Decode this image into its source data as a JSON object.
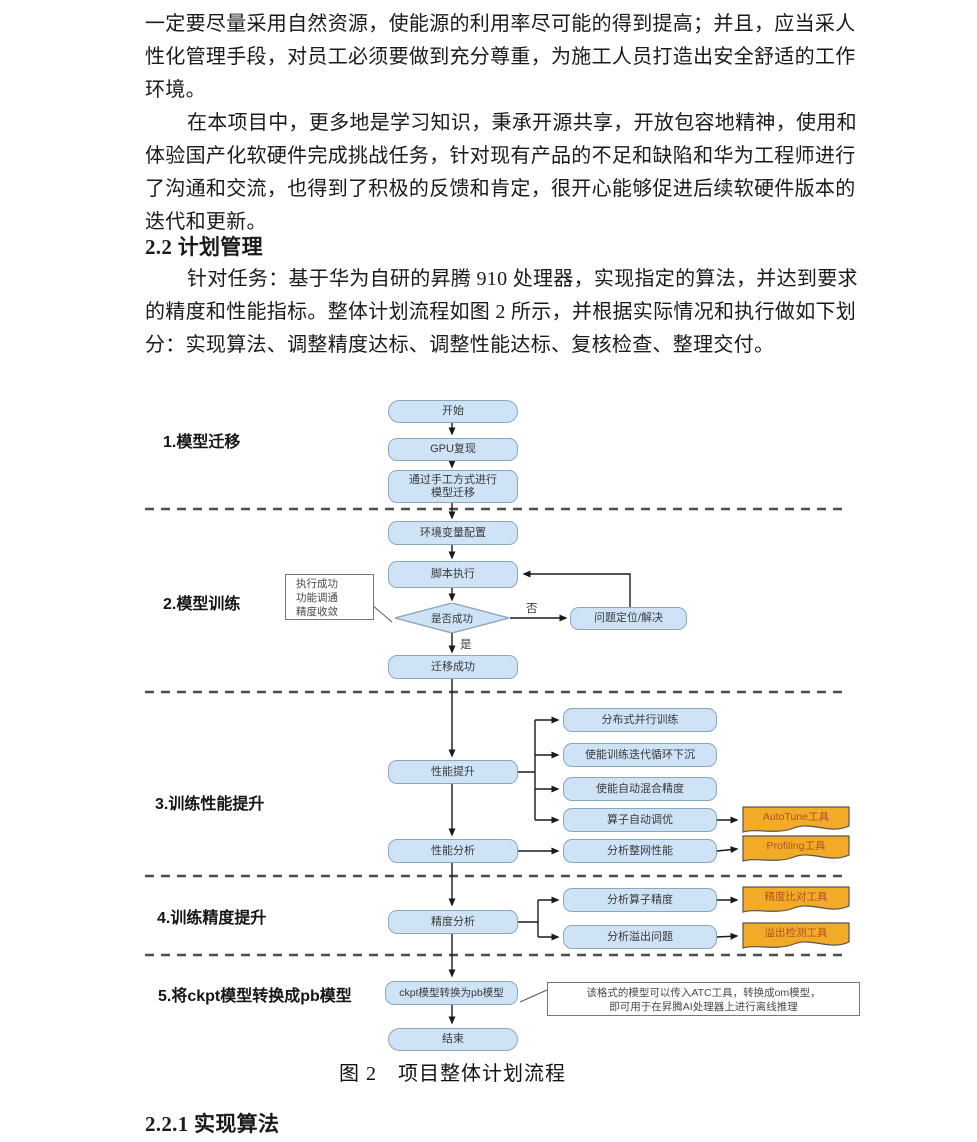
{
  "document": {
    "paragraph1_lines": [
      "一定要尽量采用自然资源，使能源的利用率尽可能的得到提高；并且，应当采人",
      "性化管理手段，对员工必须要做到充分尊重，为施工人员打造出安全舒适的工作",
      "环境。"
    ],
    "paragraph2_lines": [
      "在本项目中，更多地是学习知识，秉承开源共享，开放包容地精神，使用和",
      "体验国产化软硬件完成挑战任务，针对现有产品的不足和缺陷和华为工程师进行",
      "了沟通和交流，也得到了积极的反馈和肯定，很开心能够促进后续软硬件版本的",
      "迭代和更新。"
    ],
    "heading_2_2": "2.2 计划管理",
    "paragraph3_lines": [
      "针对任务：基于华为自研的昇腾 910 处理器，实现指定的算法，并达到要求",
      "的精度和性能指标。整体计划流程如图 2 所示，并根据实际情况和执行做如下划",
      "分：实现算法、调整精度达标、调整性能达标、复核检查、整理交付。"
    ],
    "heading_2_2_1": "2.2.1 实现算法"
  },
  "figure": {
    "caption": "图 2　项目整体计划流程",
    "phase_labels": {
      "p1": "1.模型迁移",
      "p2": "2.模型训练",
      "p3": "3.训练性能提升",
      "p4": "4.训练精度提升",
      "p5": "5.将ckpt模型转换成pb模型"
    },
    "nodes": {
      "start": "开始",
      "gpu": "GPU复现",
      "manual_line1": "通过手工方式进行",
      "manual_line2": "模型迁移",
      "env": "环境变量配置",
      "script": "脚本执行",
      "decision": "是否成功",
      "problem": "问题定位/解决",
      "migrate": "迁移成功",
      "perf_up": "性能提升",
      "dist": "分布式并行训练",
      "loop_sink": "使能训练迭代循环下沉",
      "amp": "使能自动混合精度",
      "op_tune": "算子自动调优",
      "perf_ana": "性能分析",
      "net_perf": "分析整网性能",
      "acc_ana": "精度分析",
      "op_acc": "分析算子精度",
      "overflow": "分析溢出问题",
      "ckpt": "ckpt模型转换为pb模型",
      "end": "结束"
    },
    "tools": {
      "autotune": "AutoTune工具",
      "profiling": "Profiling工具",
      "acc_cmp": "精度比对工具",
      "overflow_det": "溢出检测工具"
    },
    "edge_labels": {
      "no": "否",
      "yes": "是"
    },
    "annotations": {
      "success_note_lines": [
        "执行成功",
        "功能调通",
        "精度收敛"
      ],
      "atc_note_line1": "该格式的模型可以传入ATC工具，转换成om模型，",
      "atc_note_line2": "即可用于在昇腾AI处理器上进行离线推理"
    },
    "colors": {
      "node_fill": "#cfe3f6",
      "node_border": "#8ca6bd",
      "tool_fill": "#f2ab27",
      "tool_border": "#555555",
      "tool_text": "#b2502a"
    }
  }
}
